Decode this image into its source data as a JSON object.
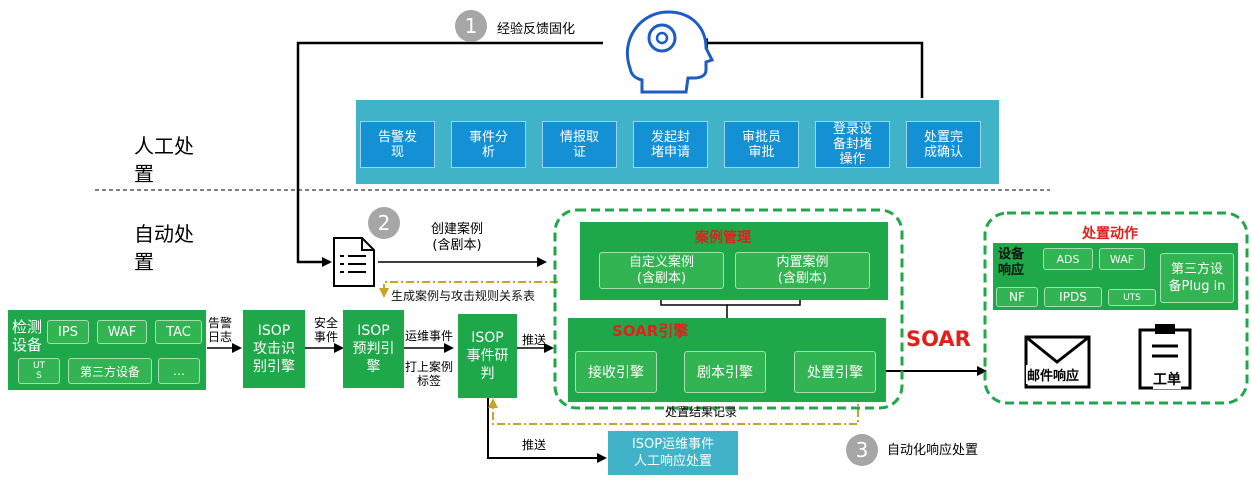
{
  "top": {
    "step1_num": "1",
    "step1_label": "经验反馈固化"
  },
  "manual": {
    "section_label": "人工处\n置",
    "steps": [
      "告警发\n现",
      "事件分\n析",
      "情报取\n证",
      "发起封\n堵申请",
      "审批员\n审批",
      "登录设\n备封堵\n操作",
      "处置完\n成确认"
    ]
  },
  "auto": {
    "section_label": "自动处\n置",
    "step2_num": "2",
    "step2_label": "创建案例\n(含剧本)",
    "step3_num": "3",
    "step3_label": "自动化响应处置"
  },
  "detect": {
    "title": "检测\n设备",
    "items": [
      "IPS",
      "WAF",
      "TAC",
      "UT\nS",
      "第三方设备",
      "…"
    ]
  },
  "flow": {
    "alarm_log": "告警\n日志",
    "isop_attack": "ISOP\n攻击识\n别引擎",
    "security_event": "安全\n事件",
    "isop_prejudge": "ISOP\n预判引\n擎",
    "ops_event": "运维事件",
    "tag_label": "打上案例\n标签",
    "isop_research": "ISOP\n事件研\n判",
    "push1": "推送",
    "push2": "推送",
    "isop_manual": "ISOP运维事件\n人工响应处置",
    "gen_case": "生成案例与攻击规则关系表",
    "result_record": "处置结果记录",
    "soar": "SOAR"
  },
  "case_mgmt": {
    "title": "案例管理",
    "custom": "自定义案例\n(含剧本)",
    "builtin": "内置案例\n(含剧本)"
  },
  "soar_engine": {
    "title": "SOAR引擎",
    "receive": "接收引擎",
    "playbook": "剧本引擎",
    "dispose": "处置引擎"
  },
  "actions": {
    "title": "处置动作",
    "device_resp": "设备\n响应",
    "devices": [
      "ADS",
      "WAF",
      "NF",
      "IPDS",
      "UTS",
      "第三方设\n备Plug in"
    ],
    "email": "邮件响应",
    "ticket": "工单"
  },
  "colors": {
    "green": "#1fa84a",
    "teal": "#40b3c8",
    "blue": "#1490d4",
    "red": "#e0201b",
    "dash_green": "#1fa84a",
    "dash_gold": "#c9a227"
  }
}
